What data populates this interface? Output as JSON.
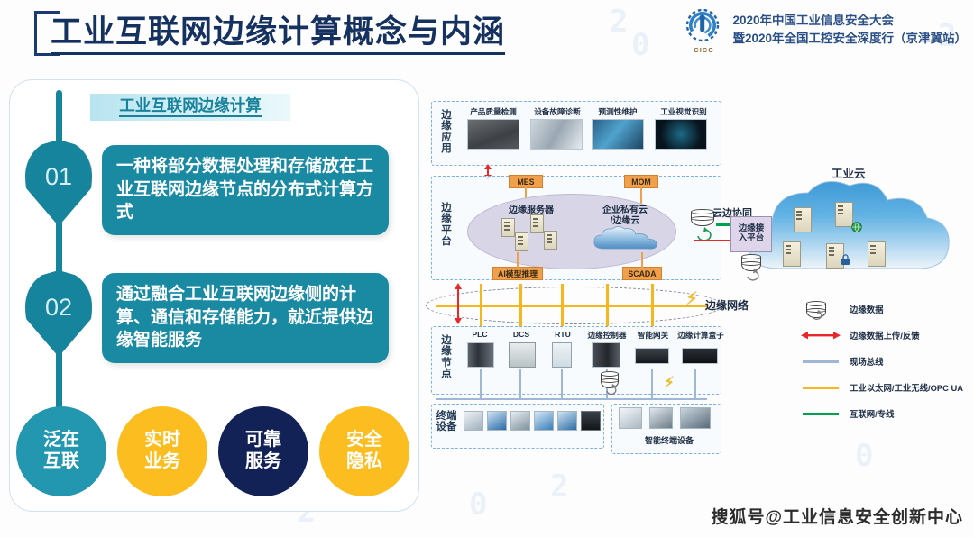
{
  "header": {
    "title": "工业互联网边缘计算概念与内涵",
    "logo_caption": "CICC",
    "conf_line1": "2020年中国工业信息安全大会",
    "conf_line2": "暨2020年全国工控安全深度行（京津冀站）"
  },
  "left_panel": {
    "badge": "工业互联网边缘计算",
    "items": [
      {
        "num": "01",
        "text": "一种将部分数据处理和存储放在工业互联网边缘节点的分布式计算方式"
      },
      {
        "num": "02",
        "text": "通过融合工业互联网边缘侧的计算、通信和存储能力，就近提供边缘智能服务"
      }
    ],
    "pills": [
      {
        "line1": "泛在",
        "line2": "互联",
        "color": "#2397b0"
      },
      {
        "line1": "实时",
        "line2": "业务",
        "color": "#fcbd20"
      },
      {
        "line1": "可靠",
        "line2": "服务",
        "color": "#122156"
      },
      {
        "line1": "安全",
        "line2": "隐私",
        "color": "#fcbd20"
      }
    ]
  },
  "diagram": {
    "layers": {
      "application": "边缘应用",
      "platform": "边缘平台",
      "node": "边缘节点",
      "terminal": "终端设备",
      "smart_terminal": "智能终端设备"
    },
    "applications": [
      "产品质量检测",
      "设备故障诊断",
      "预测性维护",
      "工业视觉识别"
    ],
    "platform": {
      "top_boxes": [
        "MES",
        "MOM"
      ],
      "bottom_boxes": [
        "AI模型推理",
        "SCADA"
      ],
      "server_label": "边缘服务器",
      "cloud_label_1": "企业私有云",
      "cloud_label_2": "/边缘云"
    },
    "network_label": "边缘网络",
    "nodes": [
      "PLC",
      "DCS",
      "RTU",
      "边缘控制器",
      "智能网关",
      "边缘计算盒子"
    ],
    "cloud": {
      "title": "工业云",
      "sync_label": "云边协同",
      "access_platform_1": "边缘接",
      "access_platform_2": "入平台"
    },
    "legend": [
      {
        "icon": "database-icon",
        "label": "边缘数据",
        "color": "#333333"
      },
      {
        "icon": "double-arrow-icon",
        "label": "边缘数据上传/反馈",
        "color": "#e8262b"
      },
      {
        "icon": "line-icon",
        "label": "现场总线",
        "color": "#9fb6d4"
      },
      {
        "icon": "line-icon",
        "label": "工业以太网/工业无线/OPC UA",
        "color": "#f5b71d"
      },
      {
        "icon": "line-icon",
        "label": "互联网/专线",
        "color": "#00a24f"
      }
    ]
  },
  "footer": {
    "watermark": "搜狐号@工业信息安全创新中心"
  },
  "bg_marks": [
    "2",
    "0",
    "2",
    "0",
    "2",
    "0",
    "0",
    "2"
  ]
}
